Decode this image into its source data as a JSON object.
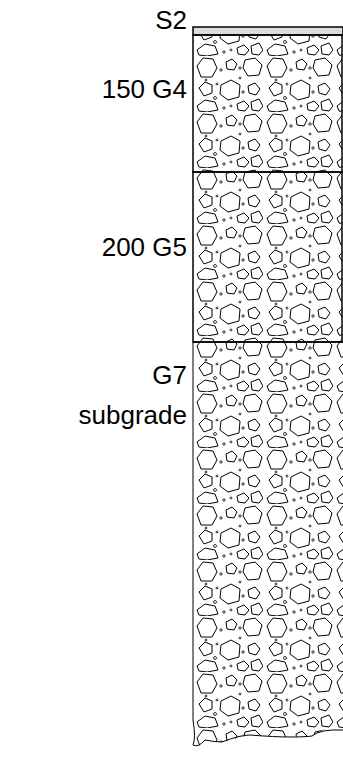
{
  "diagram": {
    "nodes": [
      {
        "text": [
          "S2"
        ]
      },
      {
        "text": [
          "150 G4"
        ]
      },
      {
        "text": [
          "200 G5"
        ]
      },
      {
        "text": [
          "G7 subgrade"
        ]
      }
    ]
  }
}
